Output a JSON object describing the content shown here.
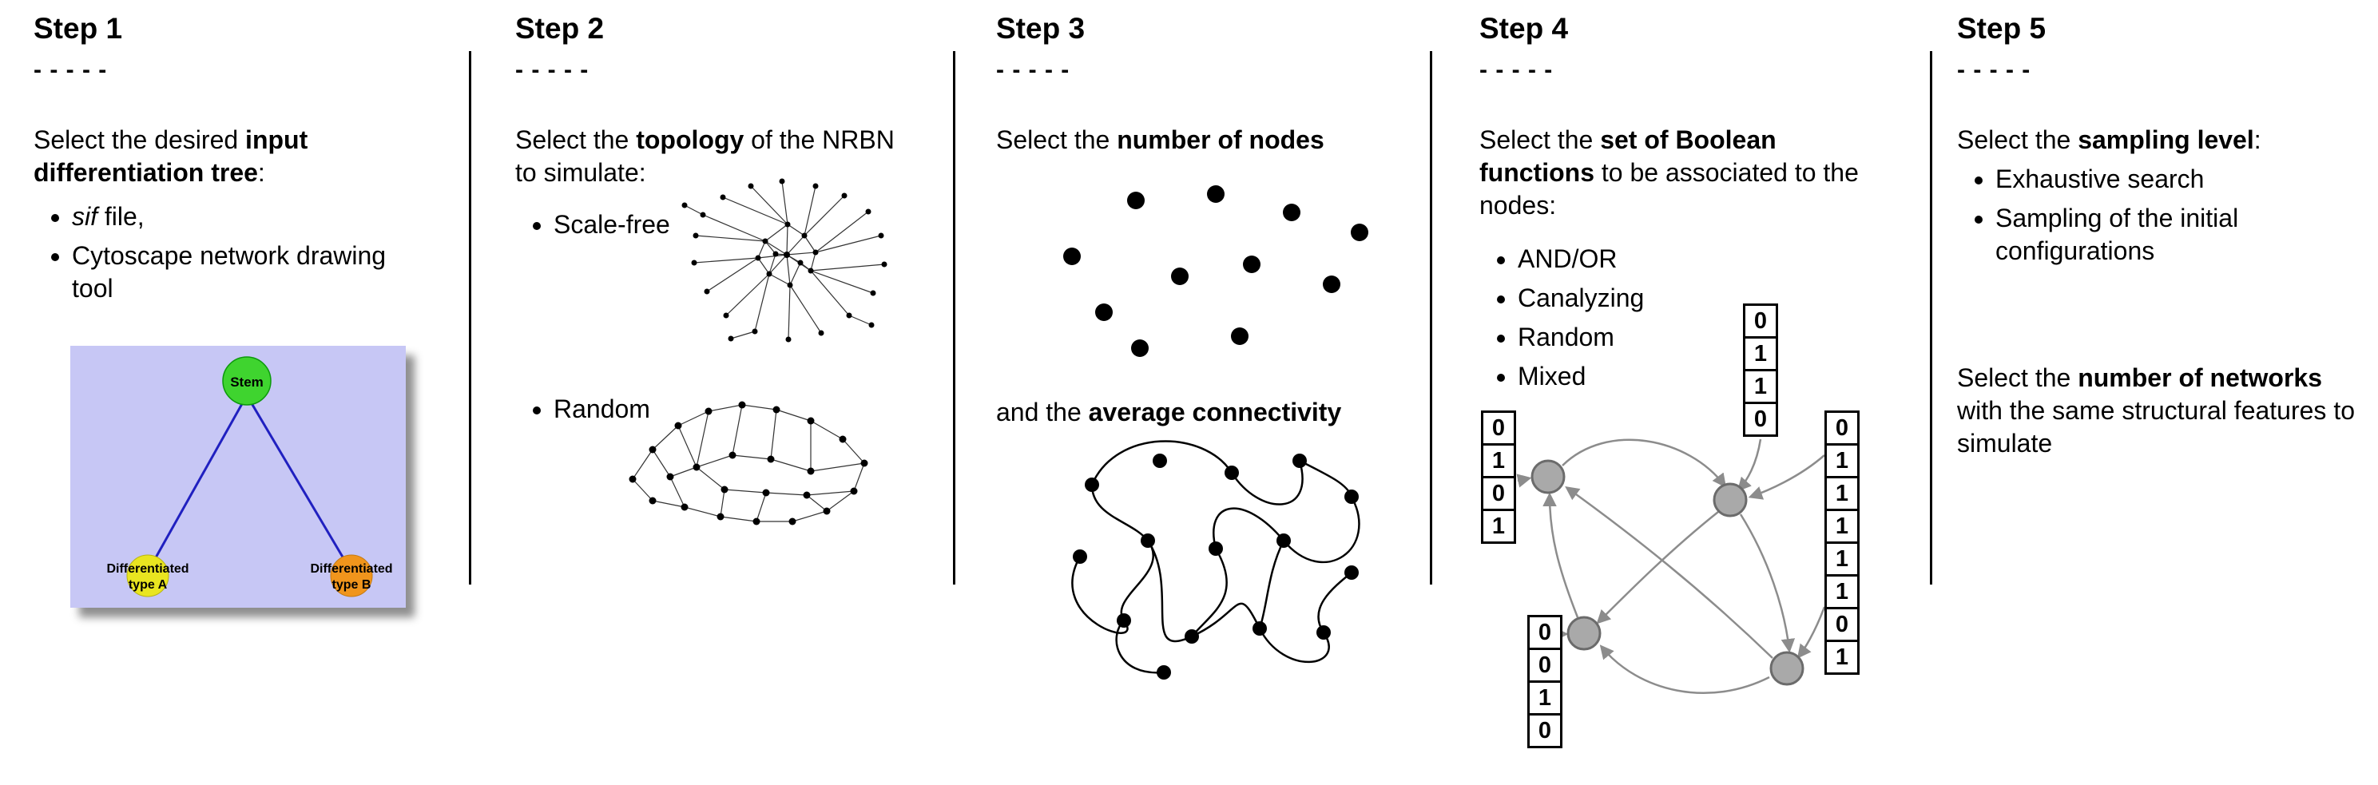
{
  "figure": {
    "divider_color": "#000000"
  },
  "steps": [
    {
      "title": "Step 1",
      "dashes": "- - - - -",
      "intro": {
        "pre": "Select the desired ",
        "bold": "input differentiation tree",
        "post": ":"
      },
      "bullets": [
        {
          "italic": "sif",
          "rest": " file,"
        },
        {
          "text": "Cytoscape network drawing tool"
        }
      ],
      "tree": {
        "background": "#c7c7f5",
        "edge_color": "#2020c0",
        "stem": {
          "label": "Stem",
          "color": "#3fd42f"
        },
        "type_a": {
          "line1": "Differentiated",
          "line2": "type A",
          "color": "#e9e520"
        },
        "type_b": {
          "line1": "Differentiated",
          "line2": "type B",
          "color": "#f0951c"
        }
      }
    },
    {
      "title": "Step 2",
      "dashes": "- - - - -",
      "intro": {
        "pre": "Select the ",
        "bold": "topology",
        "post": " of the NRBN to simulate:"
      },
      "bullets": [
        {
          "text": "Scale-free"
        },
        {
          "text": "Random"
        }
      ]
    },
    {
      "title": "Step 3",
      "dashes": "- - - - -",
      "line1": {
        "pre": "Select the ",
        "bold": "number of nodes",
        "post": ""
      },
      "line2": {
        "pre": "and the ",
        "bold": "average connectivity",
        "post": ""
      }
    },
    {
      "title": "Step 4",
      "dashes": "- - - - -",
      "intro": {
        "pre": "Select the ",
        "bold": "set of Boolean functions",
        "post": " to be associated to the nodes:"
      },
      "bullets": [
        {
          "text": "AND/OR"
        },
        {
          "text": "Canalyzing"
        },
        {
          "text": "Random"
        },
        {
          "text": "Mixed"
        }
      ],
      "graphic": {
        "node_color": "#a9a9a9",
        "arrow_color": "#8c8c8c"
      },
      "tables": {
        "top": [
          "0",
          "1",
          "1",
          "0"
        ],
        "left": [
          "0",
          "1",
          "0",
          "1"
        ],
        "bottom": [
          "0",
          "0",
          "1",
          "0"
        ],
        "right": [
          "0",
          "1",
          "1",
          "1",
          "1",
          "1",
          "0",
          "1"
        ]
      }
    },
    {
      "title": "Step 5",
      "dashes": "- - - - -",
      "intro": {
        "pre": "Select the ",
        "bold": "sampling level",
        "post": ":"
      },
      "bullets": [
        {
          "text": "Exhaustive search"
        },
        {
          "text": "Sampling of the initial configurations"
        }
      ],
      "second": {
        "pre": "Select the ",
        "bold": "number of networks",
        "post": " with the same structural features to simulate"
      }
    }
  ]
}
